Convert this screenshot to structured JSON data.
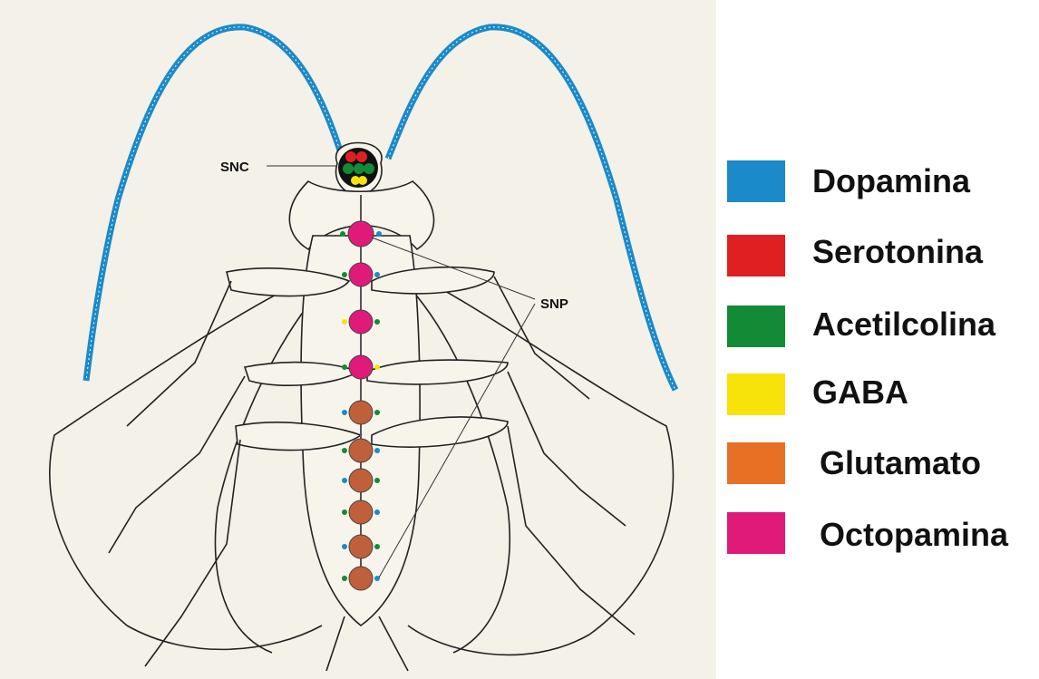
{
  "labels": {
    "snc": "SNC",
    "snp": "SNP"
  },
  "legend": [
    {
      "label": "Dopamina",
      "color": "#1B8AC9"
    },
    {
      "label": "Serotonina",
      "color": "#E02020"
    },
    {
      "label": "Acetilcolina",
      "color": "#138A36"
    },
    {
      "label": "GABA",
      "color": "#F7E20A"
    },
    {
      "label": "Glutamato",
      "color": "#E87025"
    },
    {
      "label": "Octopamina",
      "color": "#E01A78"
    }
  ]
}
